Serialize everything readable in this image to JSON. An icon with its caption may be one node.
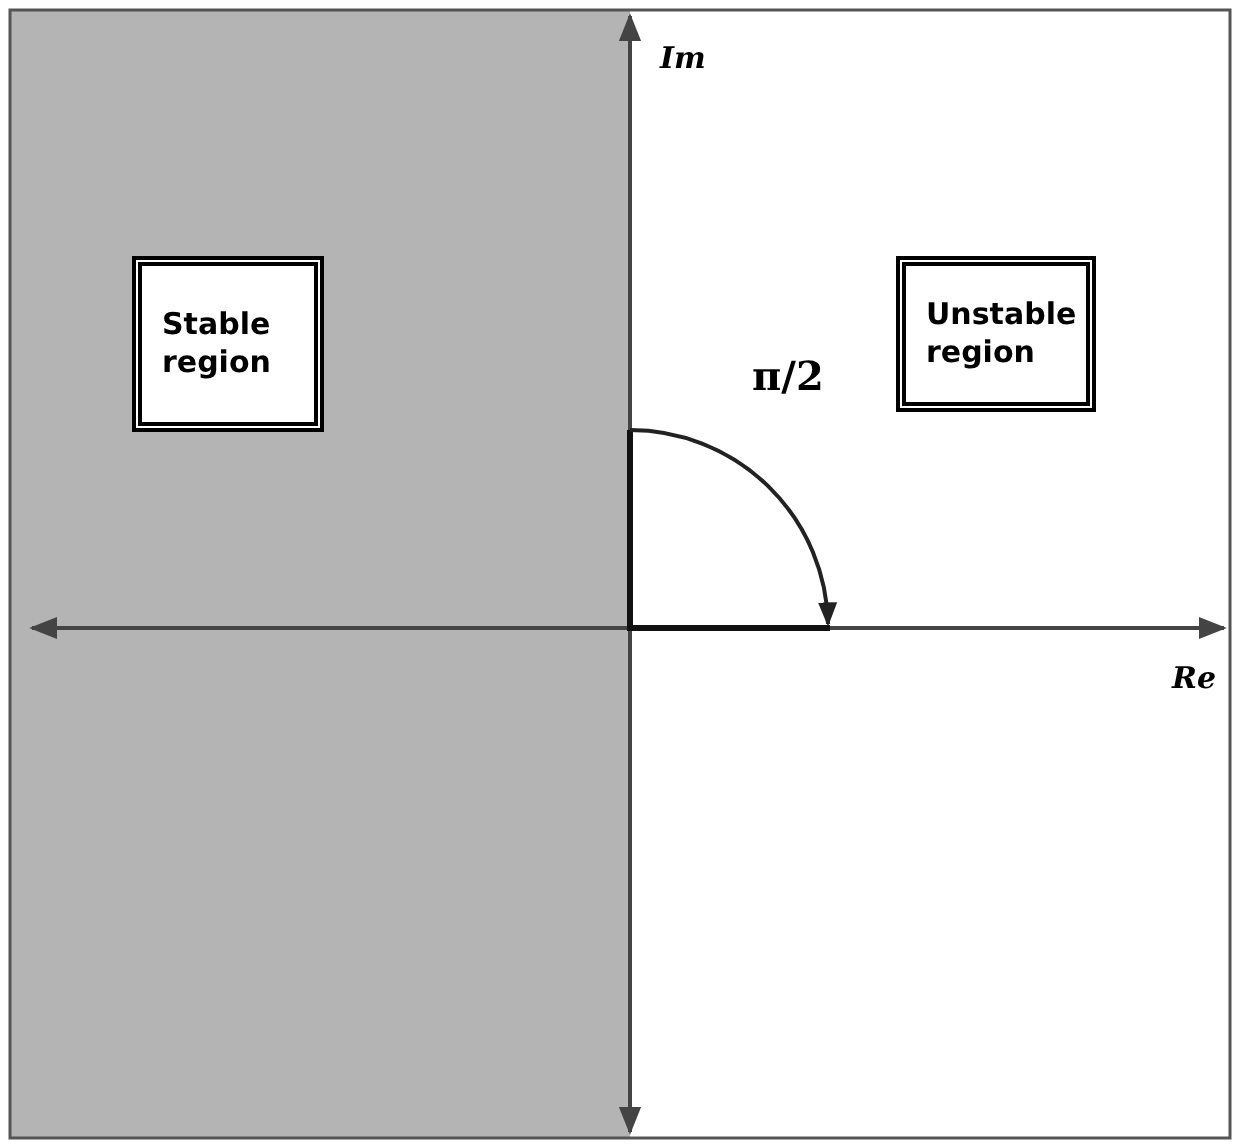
{
  "diagram": {
    "nodes": [
      {
        "text": [
          "Stable region"
        ]
      },
      {
        "text": [
          "Unstable region"
        ]
      }
    ],
    "edges": [],
    "labels": [
      "Im",
      "π/2",
      "Re"
    ]
  }
}
